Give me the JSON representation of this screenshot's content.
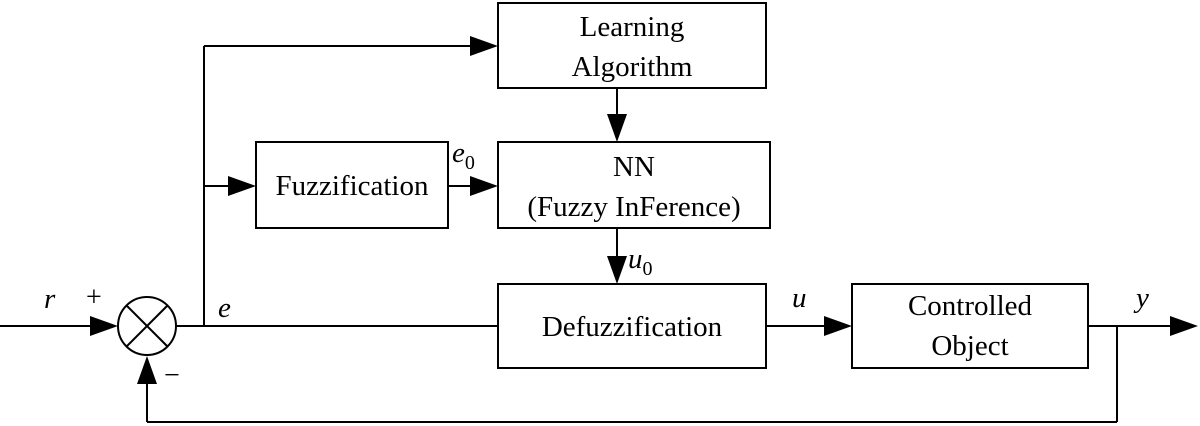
{
  "blocks": {
    "learning_algorithm": {
      "lines": [
        "Learning",
        "Algorithm"
      ]
    },
    "fuzzification": {
      "lines": [
        "Fuzzification"
      ]
    },
    "nn_fuzzy_inference": {
      "lines": [
        "NN",
        "(Fuzzy InFerence)"
      ]
    },
    "defuzzification": {
      "lines": [
        "Defuzzification"
      ]
    },
    "controlled_object": {
      "lines": [
        "Controlled",
        "Object"
      ]
    }
  },
  "signals": {
    "reference": {
      "symbol": "r"
    },
    "error": {
      "symbol": "e"
    },
    "fuzzy_error": {
      "symbol": "e",
      "subscript": "0"
    },
    "fuzzy_output": {
      "symbol": "u",
      "subscript": "0"
    },
    "control": {
      "symbol": "u"
    },
    "output": {
      "symbol": "y"
    }
  },
  "summing_junction": {
    "plus_sign": "+",
    "minus_sign": "−"
  }
}
